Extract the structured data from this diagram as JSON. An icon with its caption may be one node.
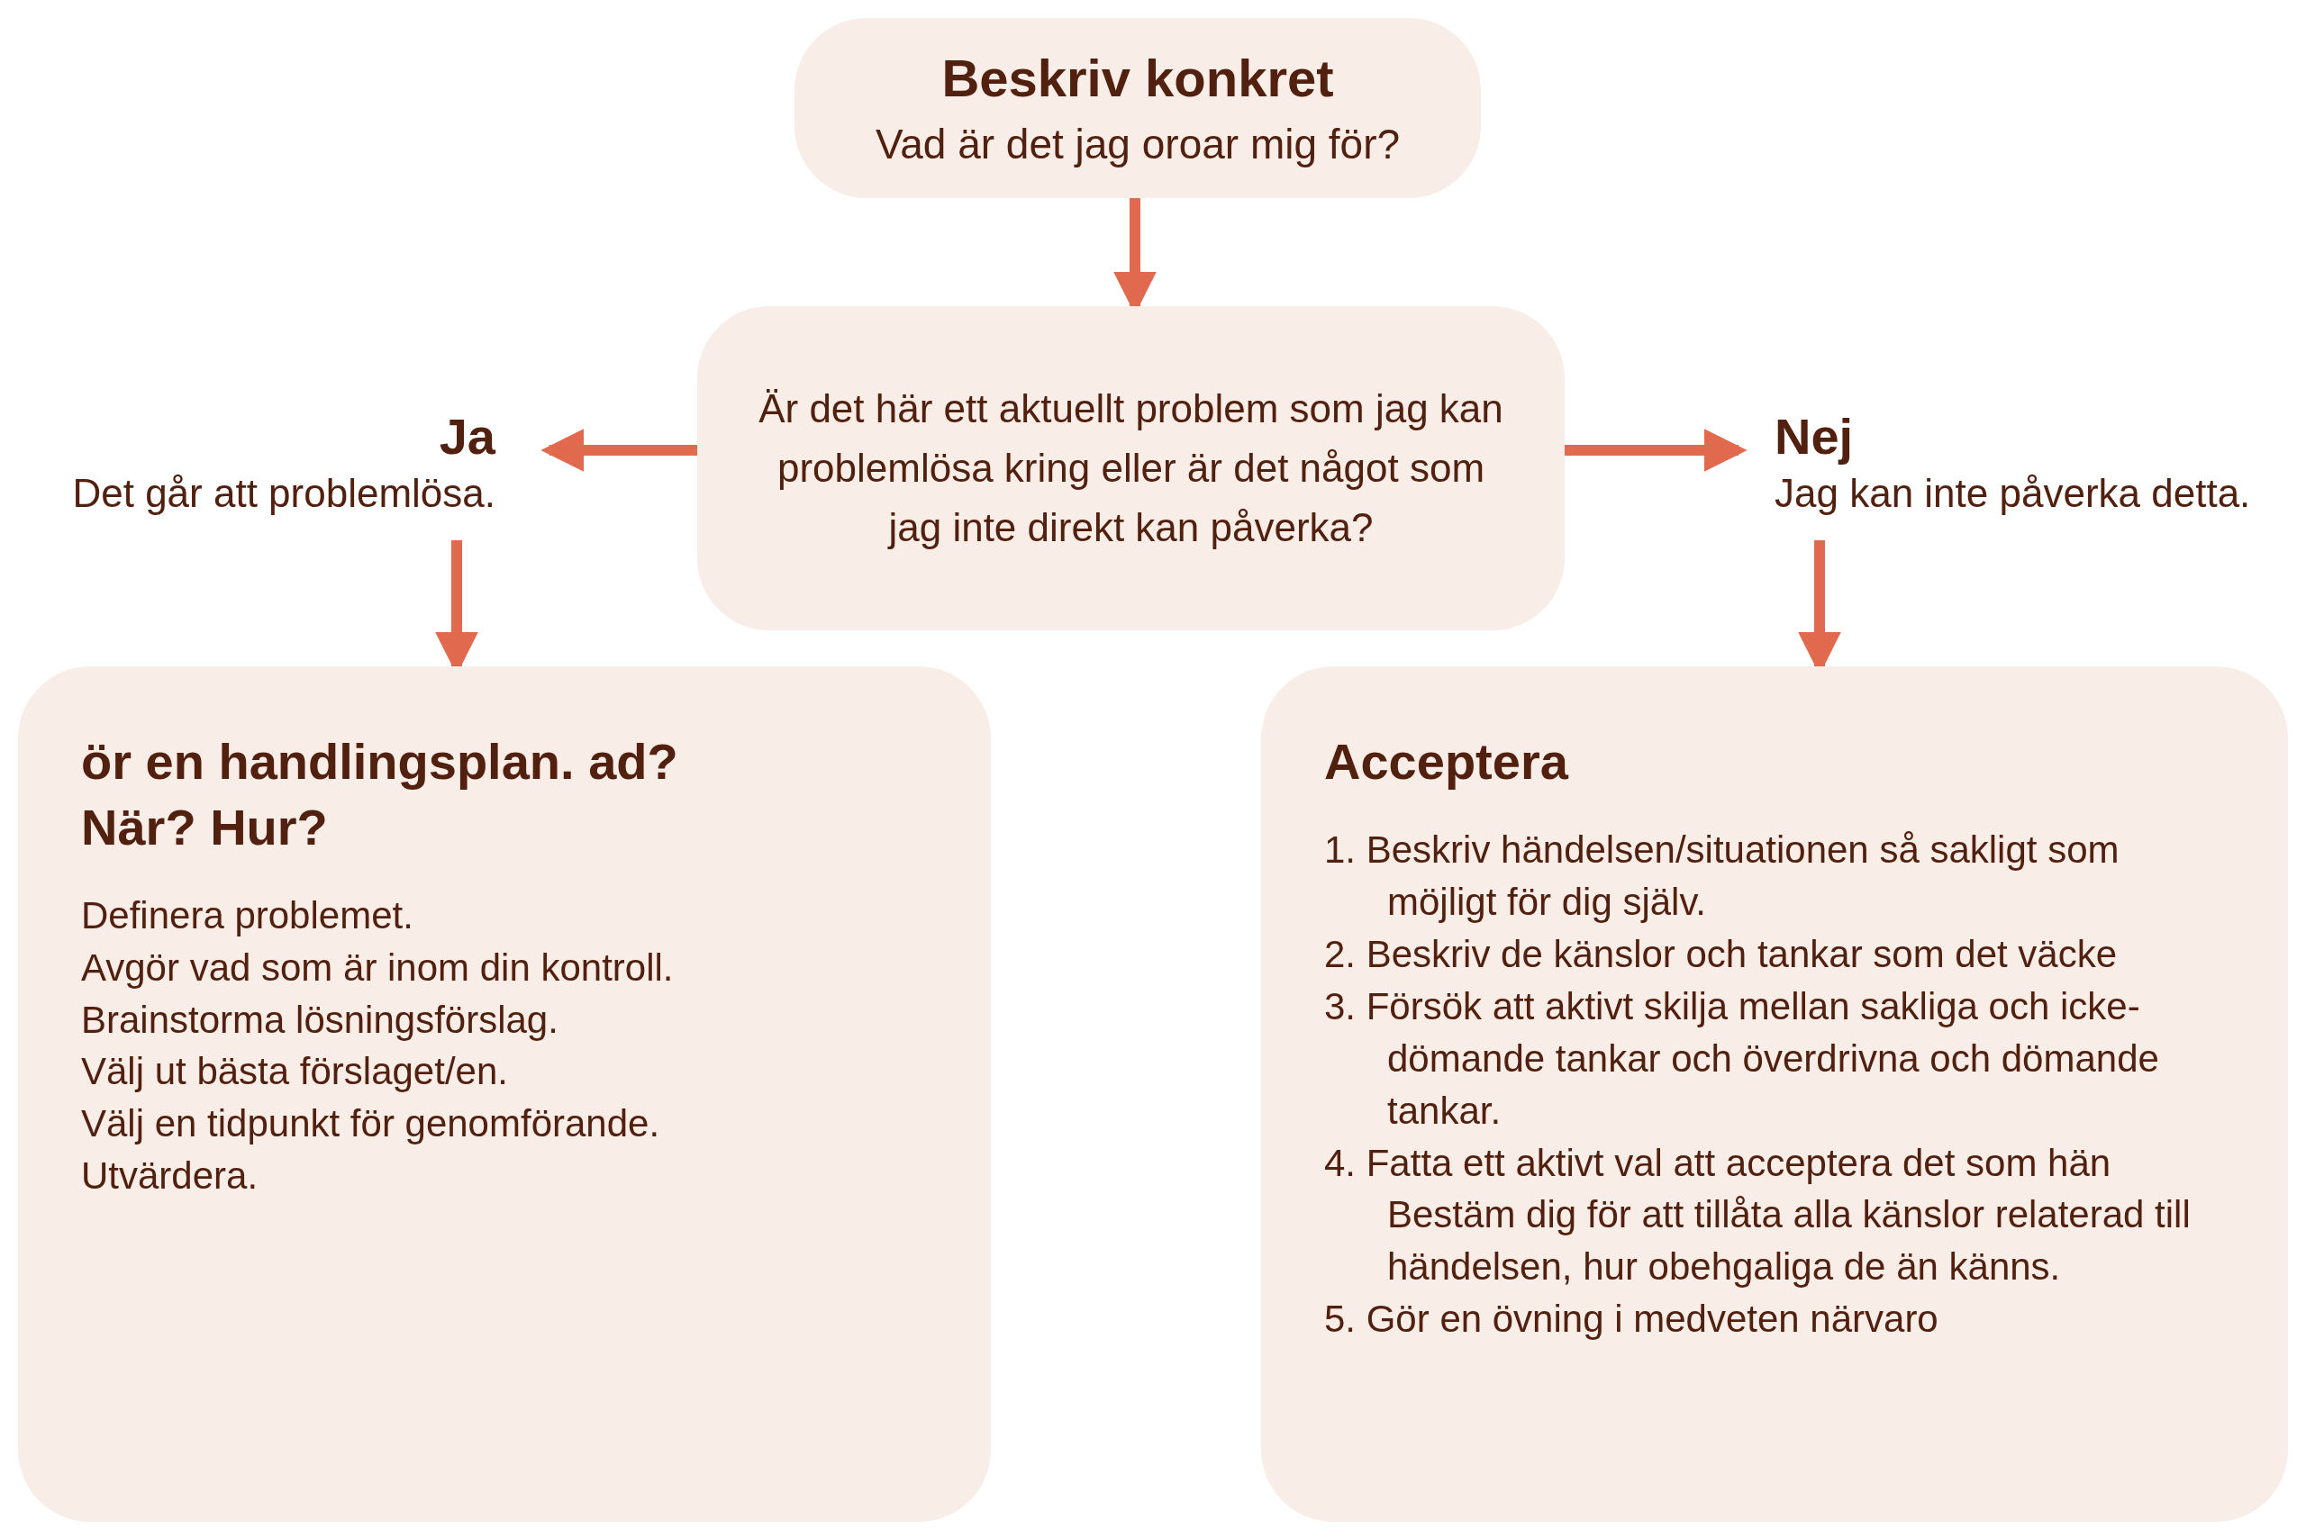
{
  "diagram": {
    "nodes": [
      {
        "text": [
          "Beskriv konkret",
          "Vad är det jag oroar mig för?"
        ]
      },
      {
        "text": [
          "Är det här ett aktuellt problem som jag kan problemlösa kring eller är det något som jag inte direkt kan påverka?"
        ]
      },
      {
        "text": [
          "Ja",
          "Det går att problemlösa."
        ]
      },
      {
        "text": [
          "Nej",
          "Jag kan inte påverka detta."
        ]
      },
      {
        "text": [
          "ör en handlingsplan. ad? När? Hur?",
          "Definera problemet.",
          "Avgör vad som är inom din kontroll.",
          "Brainstorma lösningsförslag.",
          "Välj ut bästa förslaget/en.",
          "Välj en tidpunkt för genomförande.",
          "Utvärdera."
        ]
      },
      {
        "text": [
          "Acceptera",
          "1. Beskriv händelsen/situationen så sakligt som möjligt för dig själv.",
          "2. Beskriv de känslor och tankar som det väcke",
          "3. Försök att aktivt skilja mellan sakliga och icke-dömande tankar och överdrivna och dömande tankar.",
          "4. Fatta ett aktivt val att acceptera det som hän Bestäm dig för att tillåta alla känslor relaterad till händelsen, hur obehgaliga de än känns.",
          "5. Gör en övning i medveten närvaro"
        ]
      }
    ],
    "edges": [
      {
        "from": 0,
        "to": 1,
        "arrow": "to"
      },
      {
        "from": 1,
        "to": 2,
        "arrow": "to"
      },
      {
        "from": 1,
        "to": 3,
        "arrow": "to"
      },
      {
        "from": 2,
        "to": 4,
        "arrow": "to"
      },
      {
        "from": 3,
        "to": 5,
        "arrow": "to"
      }
    ]
  }
}
